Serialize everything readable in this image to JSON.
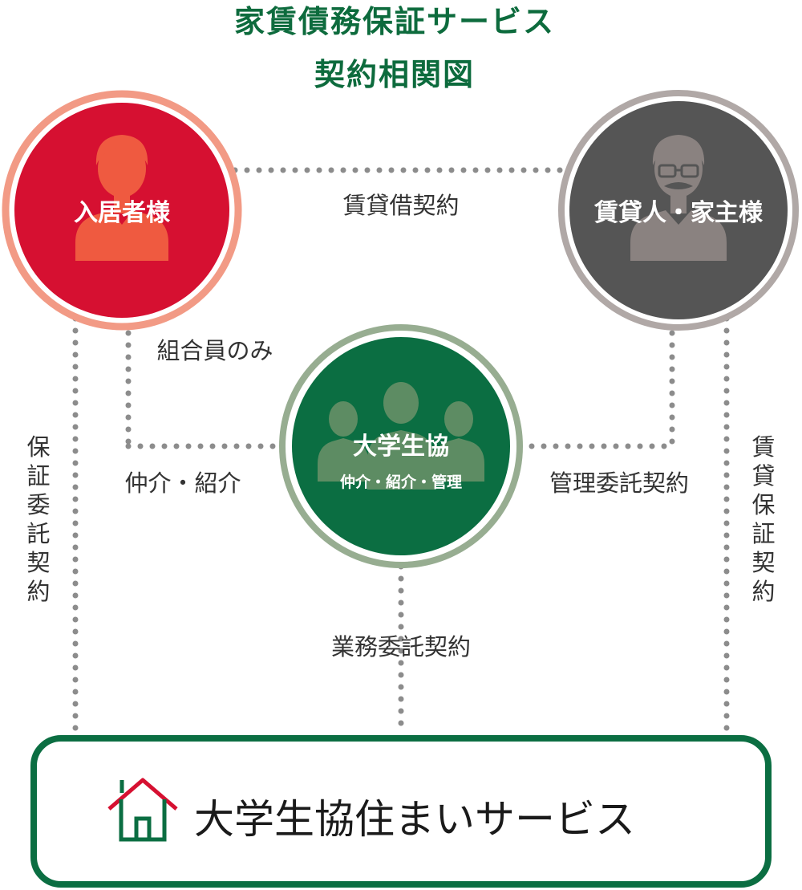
{
  "title": {
    "line1": "家賃債務保証サービス",
    "line2": "契約相関図"
  },
  "nodes": {
    "tenant": {
      "label": "入居者様"
    },
    "landlord": {
      "label": "賃貸人・家主様"
    },
    "coop": {
      "label": "大学生協",
      "sublabel": "仲介・紹介・管理"
    }
  },
  "relations": {
    "lease": "賃貸借契約",
    "members_only": "組合員のみ",
    "brokerage": "仲介・紹介",
    "management": "管理委託契約",
    "business": "業務委託契約",
    "guarantee_left": [
      "保",
      "証",
      "委",
      "託",
      "契",
      "約"
    ],
    "guarantee_right": [
      "賃",
      "貸",
      "保",
      "証",
      "契",
      "約"
    ]
  },
  "service": {
    "name": "大学生協住まいサービス"
  },
  "colors": {
    "title_green": "#0d6b3d",
    "tenant_red": "#d61031",
    "tenant_ring": "#f29a85",
    "landlord_gray": "#555555",
    "landlord_ring": "#b0a8a6",
    "coop_green": "#0b6e42",
    "coop_ring": "#97ad91",
    "connector_gray": "#8c8c8c",
    "house_red": "#d61031",
    "house_green": "#0b6e42"
  },
  "icons": {
    "tenant": "person-icon",
    "landlord": "bearded-man-icon",
    "coop": "group-icon",
    "service": "house-icon"
  }
}
